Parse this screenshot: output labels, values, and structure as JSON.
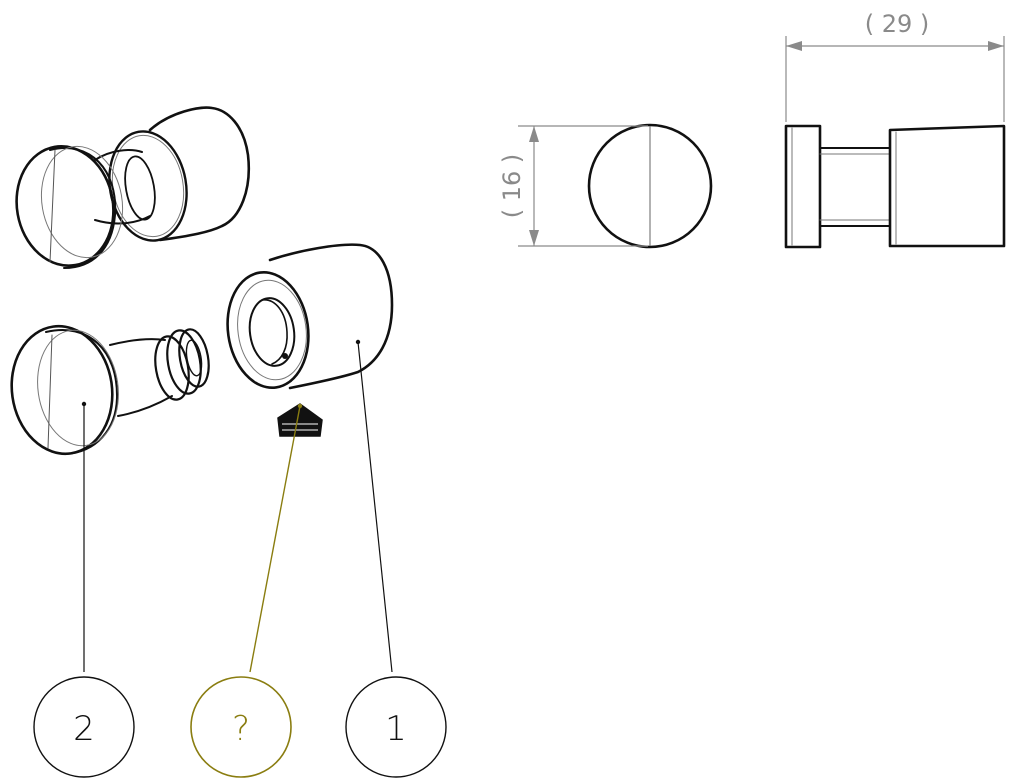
{
  "balloons": {
    "part_2": "2",
    "part_unknown": "?",
    "part_1": "1"
  },
  "dimensions": {
    "width": "( 29 )",
    "diameter": "( 16 )"
  },
  "colors": {
    "line": "#111111",
    "thin_line": "#555555",
    "dimension": "#8a8a8a",
    "highlight": "#8a7d10"
  }
}
